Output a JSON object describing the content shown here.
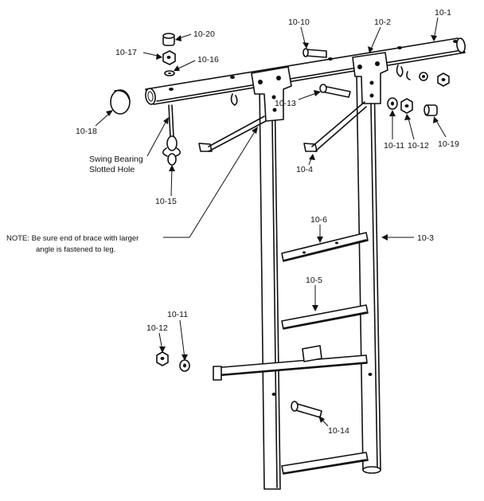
{
  "labels": {
    "p10_1": "10-1",
    "p10_2": "10-2",
    "p10_3": "10-3",
    "p10_4": "10-4",
    "p10_5": "10-5",
    "p10_6": "10-6",
    "p10_10": "10-10",
    "p10_11_top": "10-11",
    "p10_11_bottom": "10-11",
    "p10_12_top": "10-12",
    "p10_12_bottom": "10-12",
    "p10_13": "10-13",
    "p10_14": "10-14",
    "p10_15": "10-15",
    "p10_16": "10-16",
    "p10_17": "10-17",
    "p10_18": "10-18",
    "p10_19": "10-19",
    "p10_20": "10-20"
  },
  "swing_bearing": {
    "line1": "Swing Bearing",
    "line2": "Slotted Hole"
  },
  "note": {
    "line1": "NOTE: Be sure end of brace with larger",
    "line2": "angle is fastened to leg."
  }
}
